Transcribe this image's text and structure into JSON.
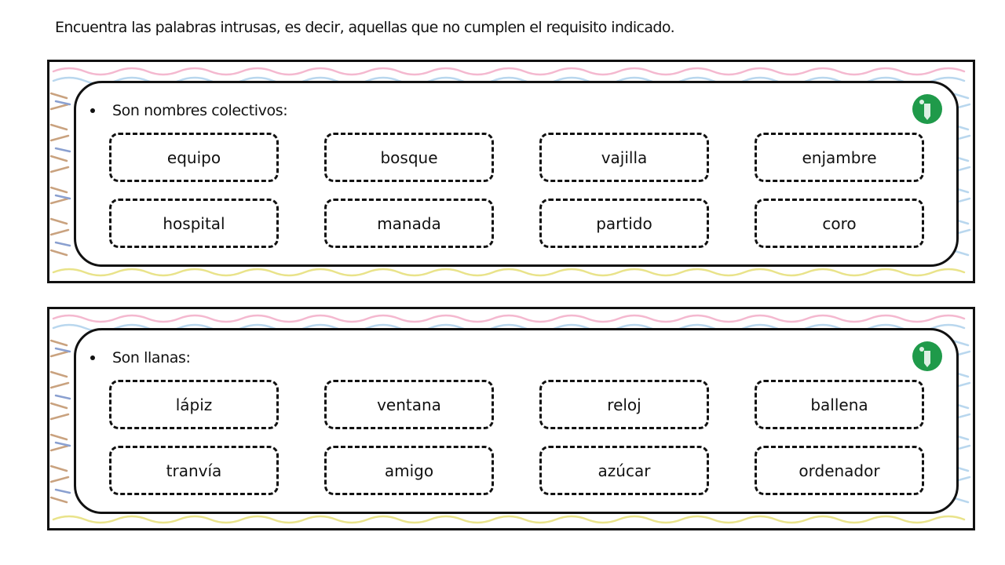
{
  "instruction": "Encuentra las palabras intrusas, es decir, aquellas que no cumplen el requisito indicado.",
  "exercises": [
    {
      "prompt": "Son nombres colectivos:",
      "words": [
        "equipo",
        "bosque",
        "vajilla",
        "enjambre",
        "hospital",
        "manada",
        "partido",
        "coro"
      ]
    },
    {
      "prompt": "Son llanas:",
      "words": [
        "lápiz",
        "ventana",
        "reloj",
        "ballena",
        "tranvía",
        "amigo",
        "azúcar",
        "ordenador"
      ]
    }
  ],
  "colors": {
    "logo_green": "#1f9a4a",
    "pattern_pink": "#f4b8cf",
    "pattern_blue": "#b9d7ee",
    "pattern_yellow": "#e9e38a",
    "pattern_brown": "#c9a27f",
    "pattern_navy": "#8aa0d0"
  },
  "icons": {
    "logo": "pencil-badge-icon",
    "bullet": "bullet-dot-icon"
  }
}
